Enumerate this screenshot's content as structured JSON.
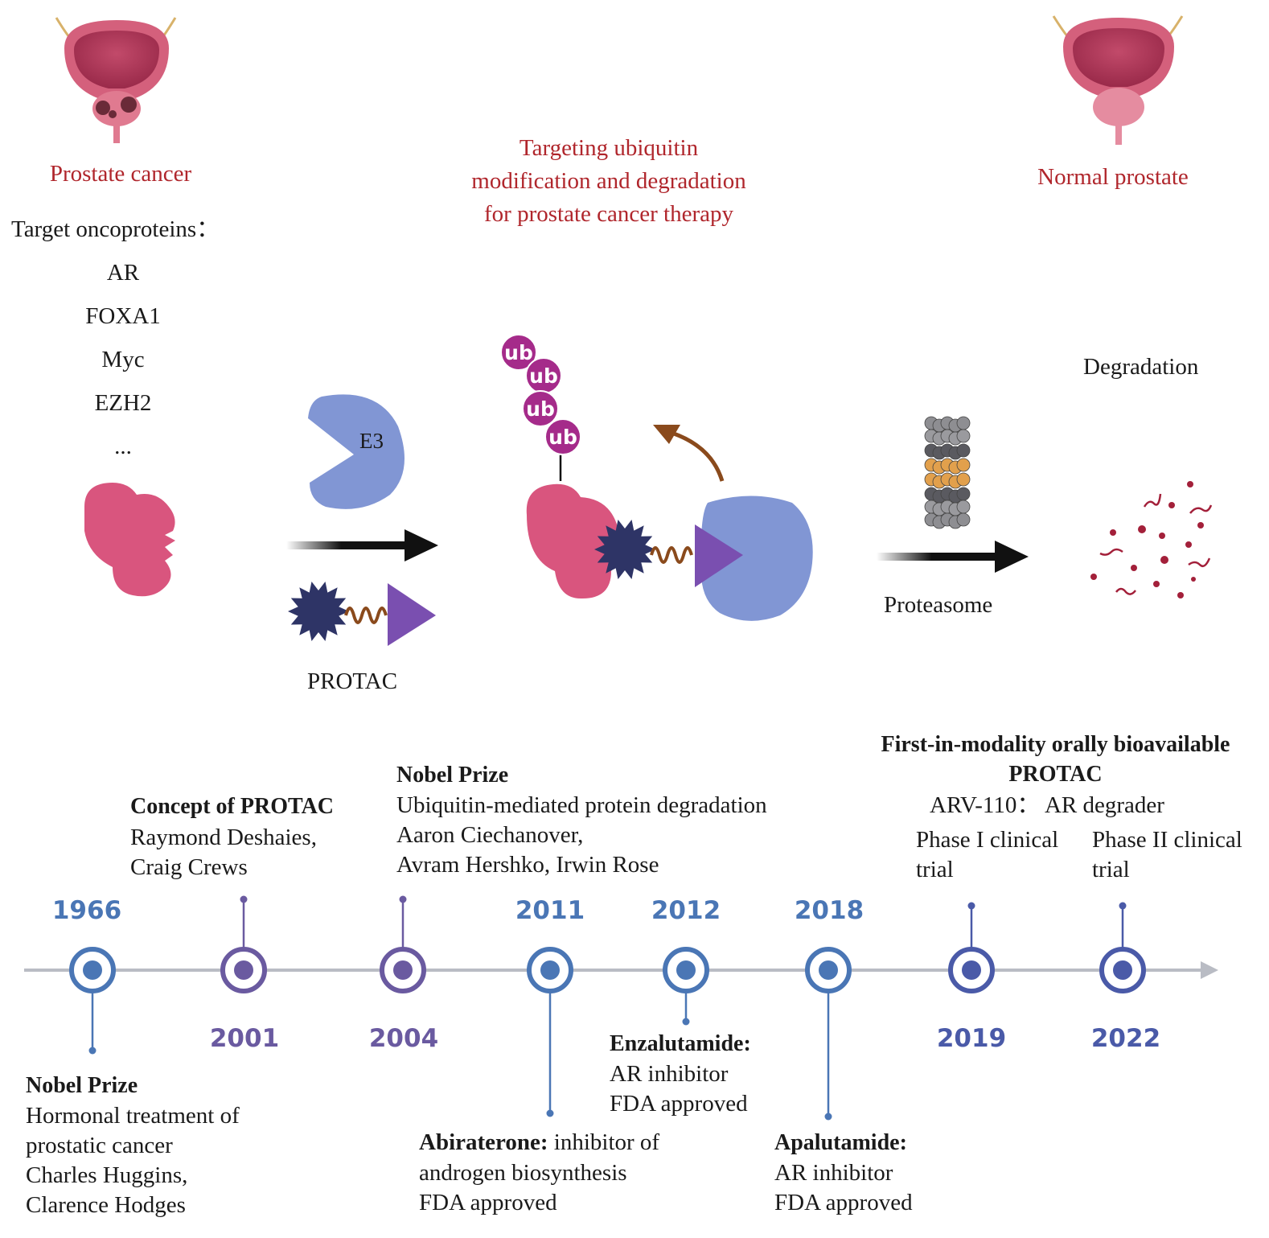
{
  "title": {
    "line1": "Targeting ubiquitin",
    "line2": "modification and degradation",
    "line3": "for prostate cancer therapy"
  },
  "left_panel": {
    "label": "Prostate cancer",
    "targets_heading": "Target oncoproteins：",
    "targets": [
      "AR",
      "FOXA1",
      "Myc",
      "EZH2",
      "..."
    ]
  },
  "right_panel": {
    "label": "Normal prostate",
    "degradation_label": "Degradation",
    "proteasome_label": "Proteasome"
  },
  "mechanism": {
    "e3_label": "E3",
    "protac_label": "PROTAC",
    "ub_label": "ub"
  },
  "timeline": {
    "events": [
      {
        "year": "1966",
        "color": "#4a76b5",
        "title": "Nobel Prize",
        "lines": [
          "Hormonal treatment of",
          "prostatic cancer",
          "Charles Huggins,",
          "Clarence Hodges"
        ]
      },
      {
        "year": "2001",
        "color": "#6a5aa0",
        "title": "Concept of PROTAC",
        "lines": [
          "Raymond Deshaies,",
          "Craig Crews"
        ]
      },
      {
        "year": "2004",
        "color": "#6a5aa0",
        "title": "Nobel Prize",
        "lines": [
          "Ubiquitin-mediated protein degradation",
          "Aaron Ciechanover,",
          "Avram Hershko, Irwin Rose"
        ]
      },
      {
        "year": "2011",
        "color": "#4a76b5",
        "title": "Abiraterone:",
        "title_suffix": " inhibitor of",
        "lines": [
          "androgen biosynthesis",
          "FDA approved"
        ]
      },
      {
        "year": "2012",
        "color": "#4a76b5",
        "title": "Enzalutamide:",
        "lines": [
          "AR inhibitor",
          "FDA approved"
        ]
      },
      {
        "year": "2018",
        "color": "#4a76b5",
        "title": "Apalutamide:",
        "lines": [
          "AR inhibitor",
          "FDA approved"
        ]
      },
      {
        "year": "2019",
        "color": "#4a5aa8",
        "lines": [
          "Phase I clinical",
          "trial"
        ]
      },
      {
        "year": "2022",
        "color": "#4a5aa8",
        "lines": [
          "Phase II clinical",
          "trial"
        ]
      }
    ],
    "arv_heading_line1": "First-in-modality orally bioavailable",
    "arv_heading_line2": "PROTAC",
    "arv_line": "ARV-110：  AR degrader"
  },
  "colors": {
    "title_red": "#b0262c",
    "target_protein": "#d9557e",
    "e3_ligase": "#8196d4",
    "ubiquitin": "#a52b8a",
    "warhead": "#2e3466",
    "ligand": "#7a4fb0",
    "linker": "#8a4a1c",
    "fragments": "#a3203a",
    "bladder": "#d4607c"
  }
}
